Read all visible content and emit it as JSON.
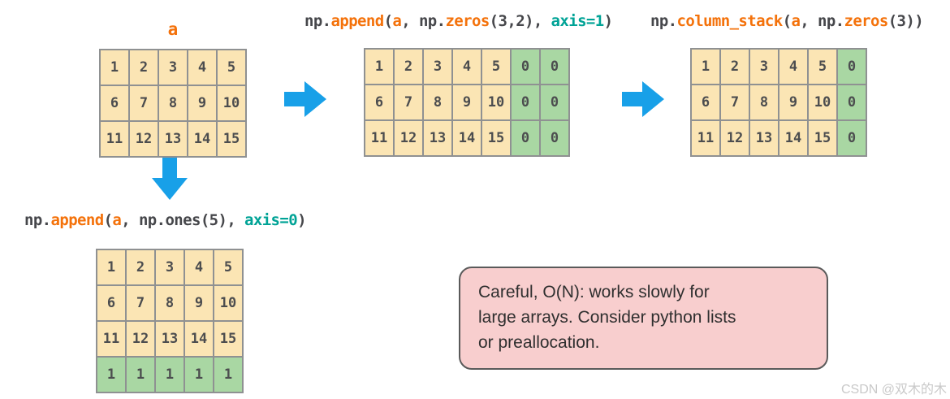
{
  "colors": {
    "cell_tan": "#FBE5B4",
    "cell_green": "#A9D7A3",
    "grid_border": "#8F9192",
    "cell_text": "#4C4D4F",
    "code_dark": "#46474B",
    "code_orange": "#F4720B",
    "code_teal": "#00A396",
    "arrow_blue": "#18A0E8",
    "note_bg": "#F8CECE",
    "note_border": "#5A5A5A",
    "note_text": "#2F2F2F",
    "watermark_gray": "#C9C9C9"
  },
  "label_a": "a",
  "codes": {
    "append_axis1": [
      {
        "t": "np.",
        "c": "dark"
      },
      {
        "t": "append",
        "c": "orange"
      },
      {
        "t": "(",
        "c": "dark"
      },
      {
        "t": "a",
        "c": "orange"
      },
      {
        "t": ", np.",
        "c": "dark"
      },
      {
        "t": "zeros",
        "c": "orange"
      },
      {
        "t": "(3,2), ",
        "c": "dark"
      },
      {
        "t": "axis=1",
        "c": "teal"
      },
      {
        "t": ")",
        "c": "dark"
      }
    ],
    "column_stack": [
      {
        "t": "np.",
        "c": "dark"
      },
      {
        "t": "column_stack",
        "c": "orange"
      },
      {
        "t": "(",
        "c": "dark"
      },
      {
        "t": "a",
        "c": "orange"
      },
      {
        "t": ", np.",
        "c": "dark"
      },
      {
        "t": "zeros",
        "c": "orange"
      },
      {
        "t": "(3))",
        "c": "dark"
      }
    ],
    "append_axis0": [
      {
        "t": "np.",
        "c": "dark"
      },
      {
        "t": "append",
        "c": "orange"
      },
      {
        "t": "(",
        "c": "dark"
      },
      {
        "t": "a",
        "c": "orange"
      },
      {
        "t": ", np.ones(5), ",
        "c": "dark"
      },
      {
        "t": "axis=0",
        "c": "teal"
      },
      {
        "t": ")",
        "c": "dark"
      }
    ]
  },
  "grids": {
    "matrix_a": {
      "rows": [
        [
          "1",
          "2",
          "3",
          "4",
          "5"
        ],
        [
          "6",
          "7",
          "8",
          "9",
          "10"
        ],
        [
          "11",
          "12",
          "13",
          "14",
          "15"
        ]
      ],
      "green_cols": [],
      "green_rows": []
    },
    "append_axis1_result": {
      "rows": [
        [
          "1",
          "2",
          "3",
          "4",
          "5",
          "0",
          "0"
        ],
        [
          "6",
          "7",
          "8",
          "9",
          "10",
          "0",
          "0"
        ],
        [
          "11",
          "12",
          "13",
          "14",
          "15",
          "0",
          "0"
        ]
      ],
      "green_cols": [
        5,
        6
      ],
      "green_rows": []
    },
    "column_stack_result": {
      "rows": [
        [
          "1",
          "2",
          "3",
          "4",
          "5",
          "0"
        ],
        [
          "6",
          "7",
          "8",
          "9",
          "10",
          "0"
        ],
        [
          "11",
          "12",
          "13",
          "14",
          "15",
          "0"
        ]
      ],
      "green_cols": [
        5
      ],
      "green_rows": []
    },
    "append_axis0_result": {
      "rows": [
        [
          "1",
          "2",
          "3",
          "4",
          "5"
        ],
        [
          "6",
          "7",
          "8",
          "9",
          "10"
        ],
        [
          "11",
          "12",
          "13",
          "14",
          "15"
        ],
        [
          "1",
          "1",
          "1",
          "1",
          "1"
        ]
      ],
      "green_cols": [],
      "green_rows": [
        3
      ]
    }
  },
  "note": {
    "lines": [
      "Careful, O(N): works slowly for",
      "large arrays. Consider python lists",
      "or preallocation."
    ]
  },
  "watermark": "CSDN @双木的木"
}
